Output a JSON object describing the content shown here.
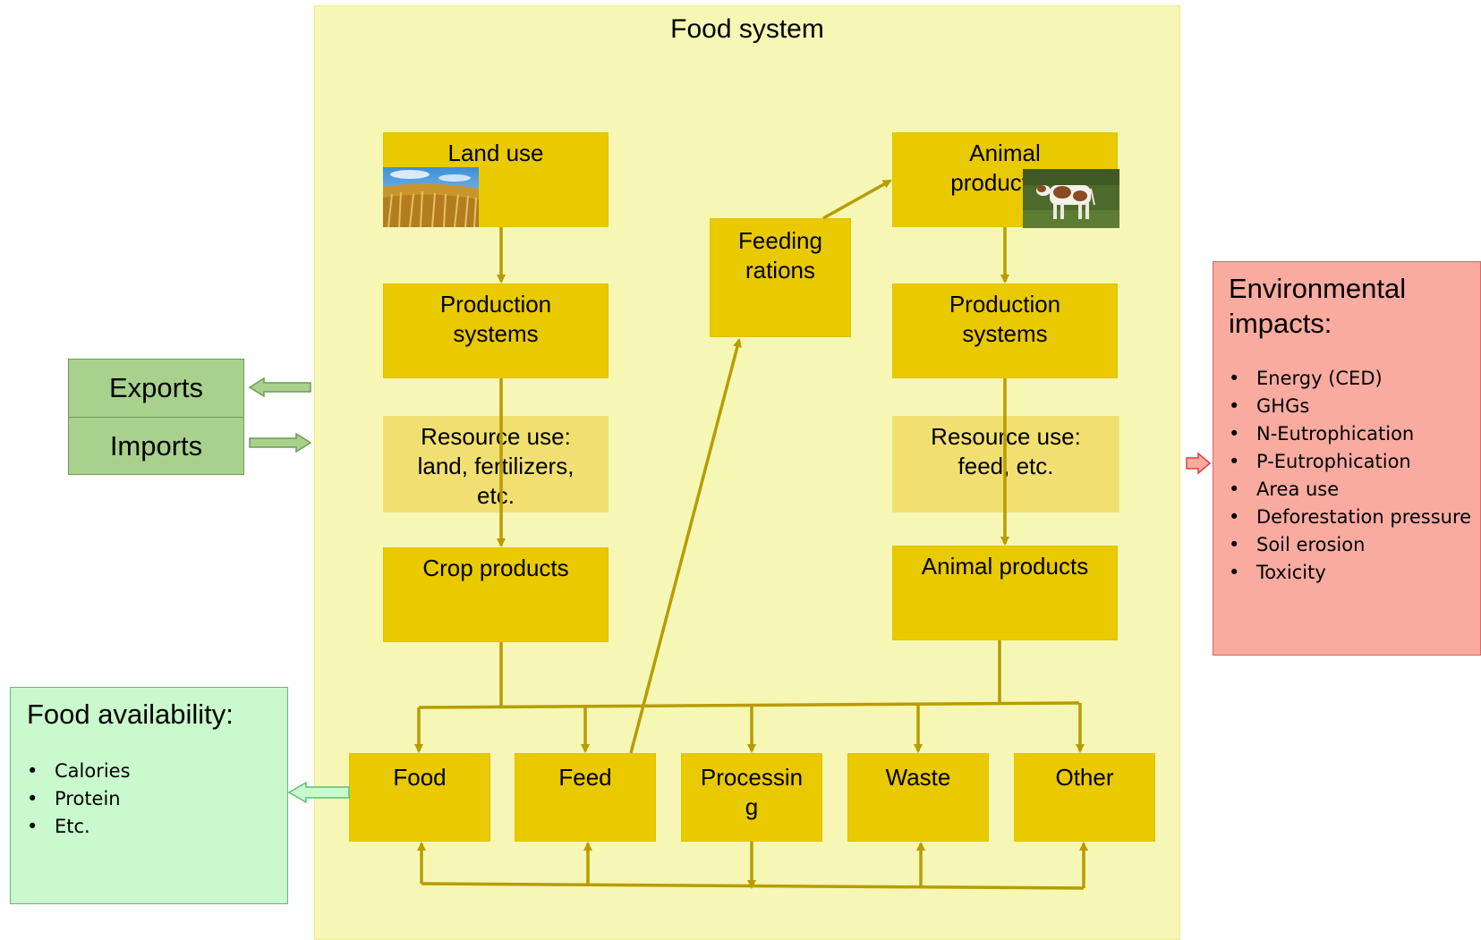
{
  "title": "Food system",
  "nodes": {
    "land_use": "Land use",
    "animal_production": "Animal production",
    "feeding_rations": "Feeding rations",
    "crop_production_systems": "Production systems",
    "animal_production_systems": "Production systems",
    "crop_resource_use": "Resource use: land, fertilizers, etc.",
    "animal_resource_use": "Resource use: feed, etc.",
    "crop_products": "Crop products",
    "animal_products": "Animal products"
  },
  "uses": [
    "Food",
    "Feed",
    "Processin g",
    "Waste",
    "Other"
  ],
  "trade": {
    "exports": "Exports",
    "imports": "Imports"
  },
  "food_availability": {
    "title": "Food availability:",
    "items": [
      "Calories",
      "Protein",
      "Etc."
    ]
  },
  "environmental_impacts": {
    "title": "Environmental impacts:",
    "items": [
      "Energy (CED)",
      "GHGs",
      "N-Eutrophication",
      "P-Eutrophication",
      "Area use",
      "Deforestation pressure",
      "Soil erosion",
      "Toxicity"
    ]
  },
  "colors": {
    "system_bg": "#f6f7b4",
    "node": "#e9c900",
    "resource_node": "#f1e071",
    "arrow": "#b89c00",
    "trade": "#a9d18e",
    "availability": "#c9f9cc",
    "impacts": "#f9aba0"
  },
  "icons": {
    "land_use_photo": "wheat-field-photo",
    "animal_photo": "cow-photo",
    "bullet": "•"
  }
}
